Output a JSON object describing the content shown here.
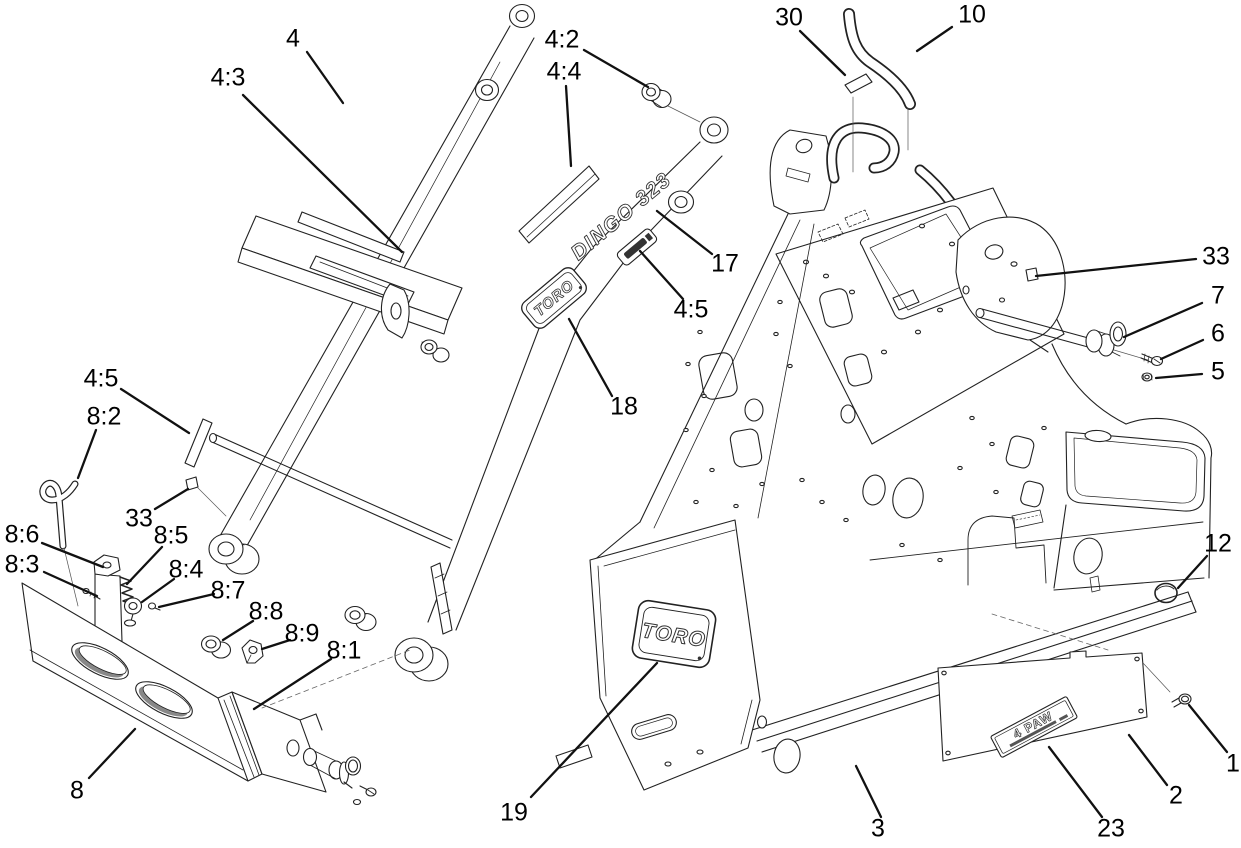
{
  "figure": {
    "kind": "exploded-parts-diagram"
  },
  "decals": {
    "arm_model": "DINGO 323",
    "arm_brand": "TORO",
    "frame_brand": "TORO",
    "panel_plate": "4 PAW"
  },
  "callouts": [
    {
      "id": "callout-4",
      "label": "4"
    },
    {
      "id": "callout-4-3",
      "label": "4:3"
    },
    {
      "id": "callout-4-2",
      "label": "4:2"
    },
    {
      "id": "callout-4-4",
      "label": "4:4"
    },
    {
      "id": "callout-30",
      "label": "30"
    },
    {
      "id": "callout-10",
      "label": "10"
    },
    {
      "id": "callout-33-right",
      "label": "33"
    },
    {
      "id": "callout-7",
      "label": "7"
    },
    {
      "id": "callout-6",
      "label": "6"
    },
    {
      "id": "callout-5",
      "label": "5"
    },
    {
      "id": "callout-12",
      "label": "12"
    },
    {
      "id": "callout-1",
      "label": "1"
    },
    {
      "id": "callout-2",
      "label": "2"
    },
    {
      "id": "callout-23",
      "label": "23"
    },
    {
      "id": "callout-3",
      "label": "3"
    },
    {
      "id": "callout-19",
      "label": "19"
    },
    {
      "id": "callout-17",
      "label": "17"
    },
    {
      "id": "callout-4-5-top",
      "label": "4:5"
    },
    {
      "id": "callout-18",
      "label": "18"
    },
    {
      "id": "callout-4-5-left",
      "label": "4:5"
    },
    {
      "id": "callout-8-2",
      "label": "8:2"
    },
    {
      "id": "callout-33-left",
      "label": "33"
    },
    {
      "id": "callout-8-6",
      "label": "8:6"
    },
    {
      "id": "callout-8-3",
      "label": "8:3"
    },
    {
      "id": "callout-8-5",
      "label": "8:5"
    },
    {
      "id": "callout-8-4",
      "label": "8:4"
    },
    {
      "id": "callout-8-7",
      "label": "8:7"
    },
    {
      "id": "callout-8-8",
      "label": "8:8"
    },
    {
      "id": "callout-8-9",
      "label": "8:9"
    },
    {
      "id": "callout-8-1",
      "label": "8:1"
    },
    {
      "id": "callout-8",
      "label": "8"
    }
  ]
}
